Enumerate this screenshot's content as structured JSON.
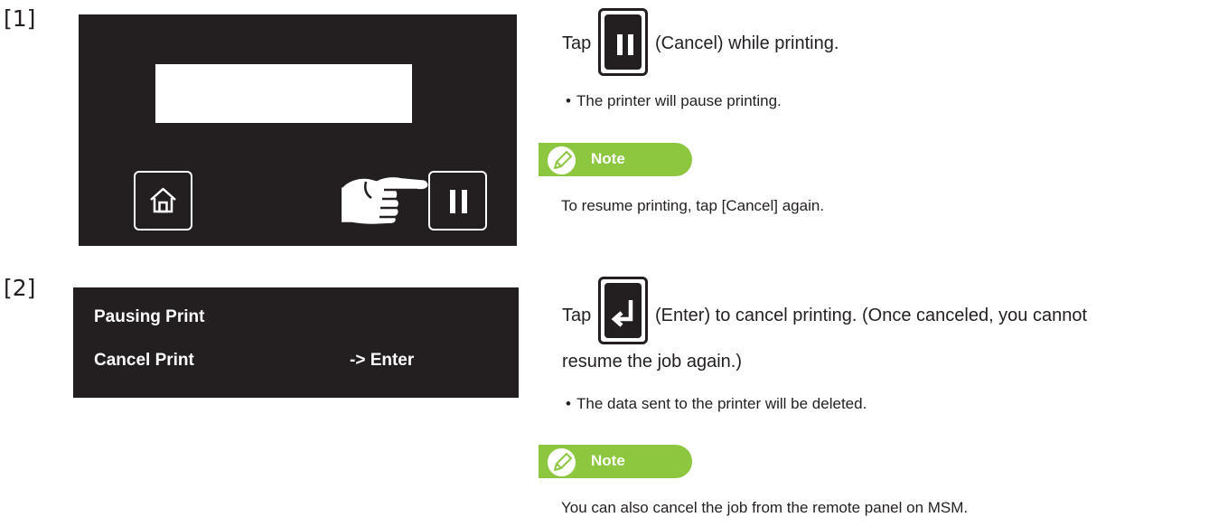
{
  "steps": [
    {
      "number": "[1]",
      "instruction_prefix": "Tap",
      "instruction_suffix": "(Cancel) while printing.",
      "bullet": "The printer will pause printing.",
      "note_label": "Note",
      "note_text": "To resume printing, tap [Cancel] again."
    },
    {
      "number": "[2]",
      "instruction_prefix": "Tap",
      "instruction_suffix": "(Enter) to cancel printing. (Once canceled, you cannot",
      "instruction_line2": "resume the job again.)",
      "bullet": "The data sent to the printer will be deleted.",
      "note_label": "Note",
      "note_text": "You can also cancel the job from the remote panel on MSM."
    }
  ],
  "panel2": {
    "line1": "Pausing Print",
    "line2_label": "Cancel Print",
    "line2_action": "-> Enter"
  },
  "icons": {
    "home": "home-icon",
    "pause": "pause-icon",
    "enter": "enter-icon",
    "pointing_hand": "pointing-hand-icon",
    "pencil": "pencil-icon"
  },
  "colors": {
    "panel_bg": "#231f20",
    "note_green": "#8dc63f",
    "text": "#231f20"
  }
}
